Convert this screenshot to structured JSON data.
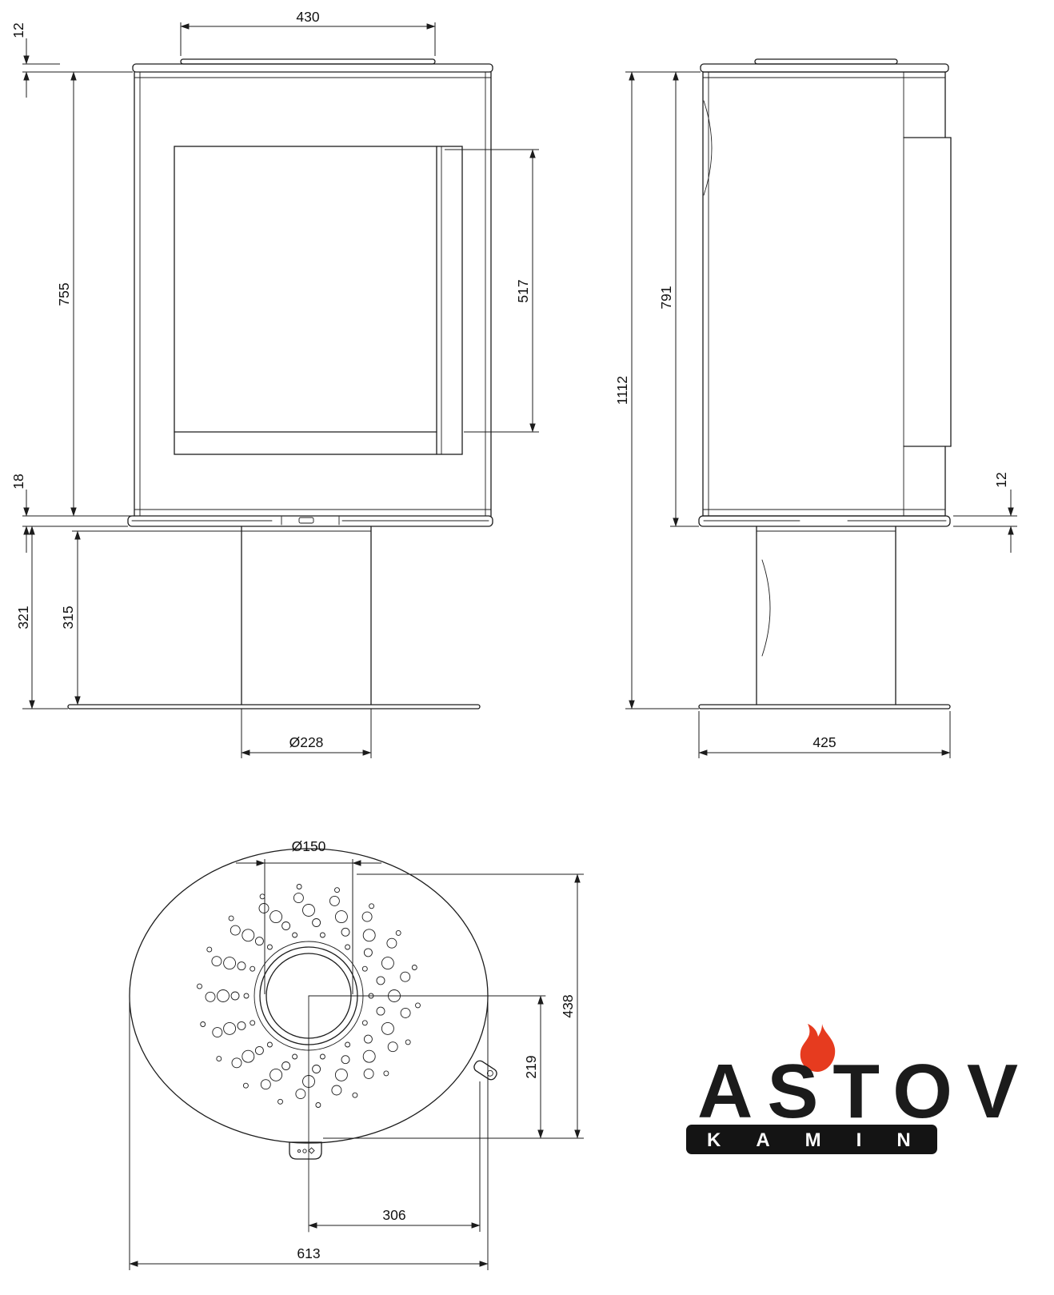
{
  "page": {
    "background": "#ffffff",
    "line_color": "#1c1c1c"
  },
  "dims": {
    "front": {
      "top_width": "430",
      "top_plate_thickness": "12",
      "body_height": "755",
      "glass_height": "517",
      "bottom_plate_thickness": "18",
      "base_height_outer": "321",
      "base_height_inner": "315",
      "pedestal_diameter": "Ø228"
    },
    "side": {
      "total_height": "1112",
      "body_height": "791",
      "plate_thickness": "12",
      "depth": "425"
    },
    "top": {
      "flue_diameter": "Ø150",
      "oval_depth": "438",
      "flue_center_offset": "219",
      "handle_offset": "306",
      "oval_width": "613"
    }
  },
  "logo": {
    "brand": "ASTOV",
    "subbrand": "KAMIN",
    "flame_color": "#e63b1f",
    "text_color": "#1b1b1b"
  }
}
